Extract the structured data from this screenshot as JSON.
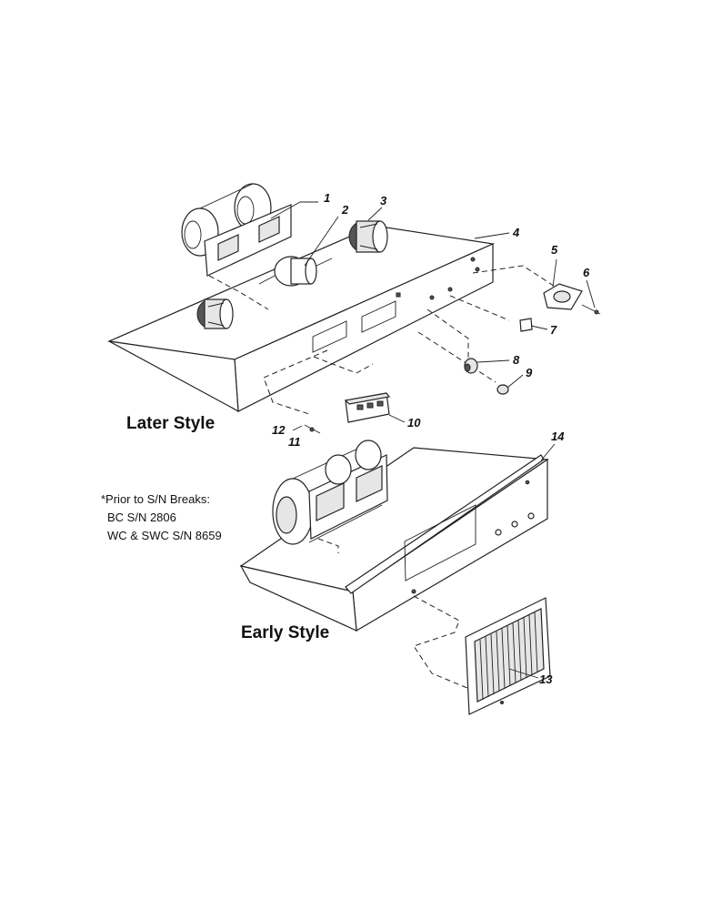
{
  "labels": {
    "later_style": "Later Style",
    "early_style": "Early Style"
  },
  "note": {
    "line1": "*Prior to S/N Breaks:",
    "line2": "BC S/N 2806",
    "line3": "WC & SWC S/N 8659"
  },
  "callouts": {
    "c1": "1",
    "c2": "2",
    "c3": "3",
    "c4": "4",
    "c5": "5",
    "c6": "6",
    "c7": "7",
    "c8": "8",
    "c9": "9",
    "c10": "10",
    "c11": "11",
    "c12": "12",
    "c13": "13",
    "c14": "14"
  }
}
